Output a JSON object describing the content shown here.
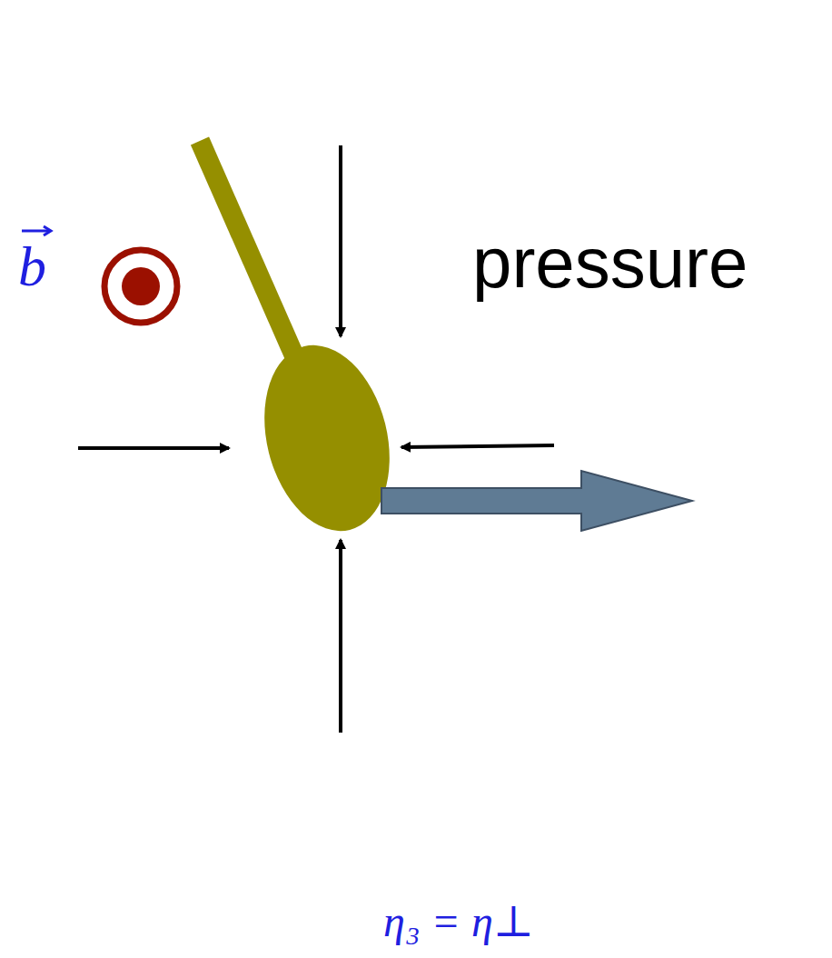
{
  "diagram": {
    "labels": [
      "pressure",
      "b",
      "η₃ = η⊥"
    ]
  }
}
